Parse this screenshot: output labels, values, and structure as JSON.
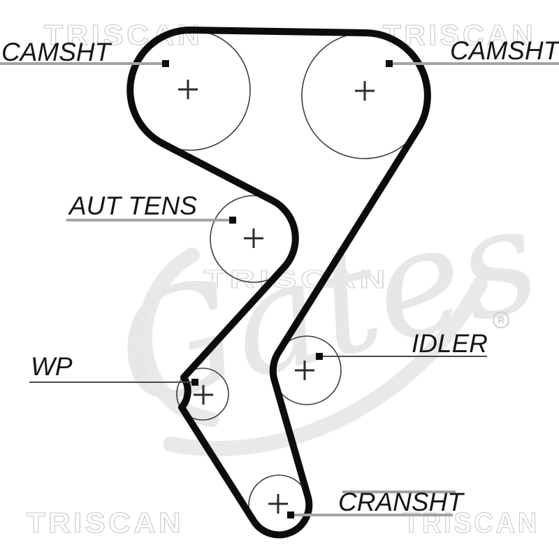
{
  "diagram": {
    "type": "timing-belt-routing-diagram",
    "labels": {
      "camshaft_left": "CAMSHT",
      "camshaft_right": "CAMSHT",
      "tensioner": "AUT TENS",
      "water_pump": "WP",
      "idler": "IDLER",
      "crankshaft": "CRANSHT"
    },
    "watermark": {
      "brand": "TRISCAN",
      "logo": "Gates",
      "registered_symbol": "R"
    },
    "colors": {
      "background": "#ffffff",
      "belt": "#0c0c0c",
      "pulley_outline": "#3d3d3d",
      "leader_line": "#a3a3a3",
      "watermark_outline": "#c9c9c9",
      "watermark_fill": "#e7e7e7"
    }
  }
}
